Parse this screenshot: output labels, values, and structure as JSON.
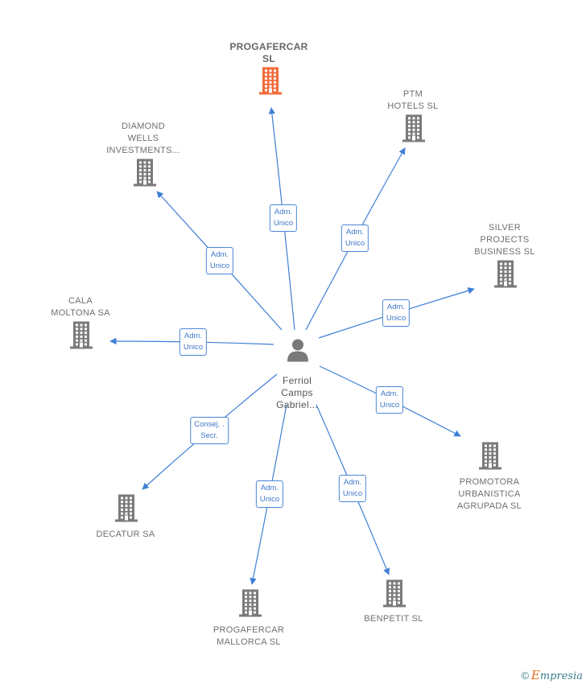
{
  "center": {
    "lines": [
      "Ferriol",
      "Camps",
      "Gabriel..."
    ],
    "icon": "person-icon"
  },
  "nodes": [
    {
      "id": "progafercar",
      "lines": [
        "PROGAFERCAR",
        "SL"
      ],
      "highlight": true,
      "color": "#f26b3a",
      "role": [
        "Adm.",
        "Unico"
      ]
    },
    {
      "id": "ptm",
      "lines": [
        "PTM",
        "HOTELS  SL"
      ],
      "highlight": false,
      "color": "#7a7a7a",
      "role": [
        "Adm.",
        "Unico"
      ]
    },
    {
      "id": "silver",
      "lines": [
        "SILVER",
        "PROJECTS",
        "BUSINESS  SL"
      ],
      "highlight": false,
      "color": "#7a7a7a",
      "role": [
        "Adm.",
        "Unico"
      ]
    },
    {
      "id": "promotora",
      "lines": [
        "PROMOTORA",
        "URBANISTICA",
        "AGRUPADA  SL"
      ],
      "highlight": false,
      "color": "#7a7a7a",
      "role": [
        "Adm.",
        "Unico"
      ]
    },
    {
      "id": "benpetit",
      "lines": [
        "BENPETIT  SL"
      ],
      "highlight": false,
      "color": "#7a7a7a",
      "role": [
        "Adm.",
        "Unico"
      ]
    },
    {
      "id": "progafercar-mallorca",
      "lines": [
        "PROGAFERCAR",
        "MALLORCA  SL"
      ],
      "highlight": false,
      "color": "#7a7a7a",
      "role": [
        "Adm.",
        "Unico"
      ]
    },
    {
      "id": "decatur",
      "lines": [
        "DECATUR SA"
      ],
      "highlight": false,
      "color": "#7a7a7a",
      "role": [
        "Consej. .",
        "Secr."
      ]
    },
    {
      "id": "cala-moltona",
      "lines": [
        "CALA",
        "MOLTONA SA"
      ],
      "highlight": false,
      "color": "#7a7a7a",
      "role": [
        "Adm.",
        "Unico"
      ]
    },
    {
      "id": "diamond",
      "lines": [
        "DIAMOND",
        "WELLS",
        "INVESTMENTS..."
      ],
      "highlight": false,
      "color": "#7a7a7a",
      "role": [
        "Adm.",
        "Unico"
      ]
    }
  ],
  "colors": {
    "edge": "#3f7fd6",
    "building": "#7a7a7a",
    "highlight": "#f26b3a",
    "person": "#7a7a7a"
  },
  "brand": {
    "copyright": "©",
    "first": "E",
    "rest": "mpresia"
  }
}
